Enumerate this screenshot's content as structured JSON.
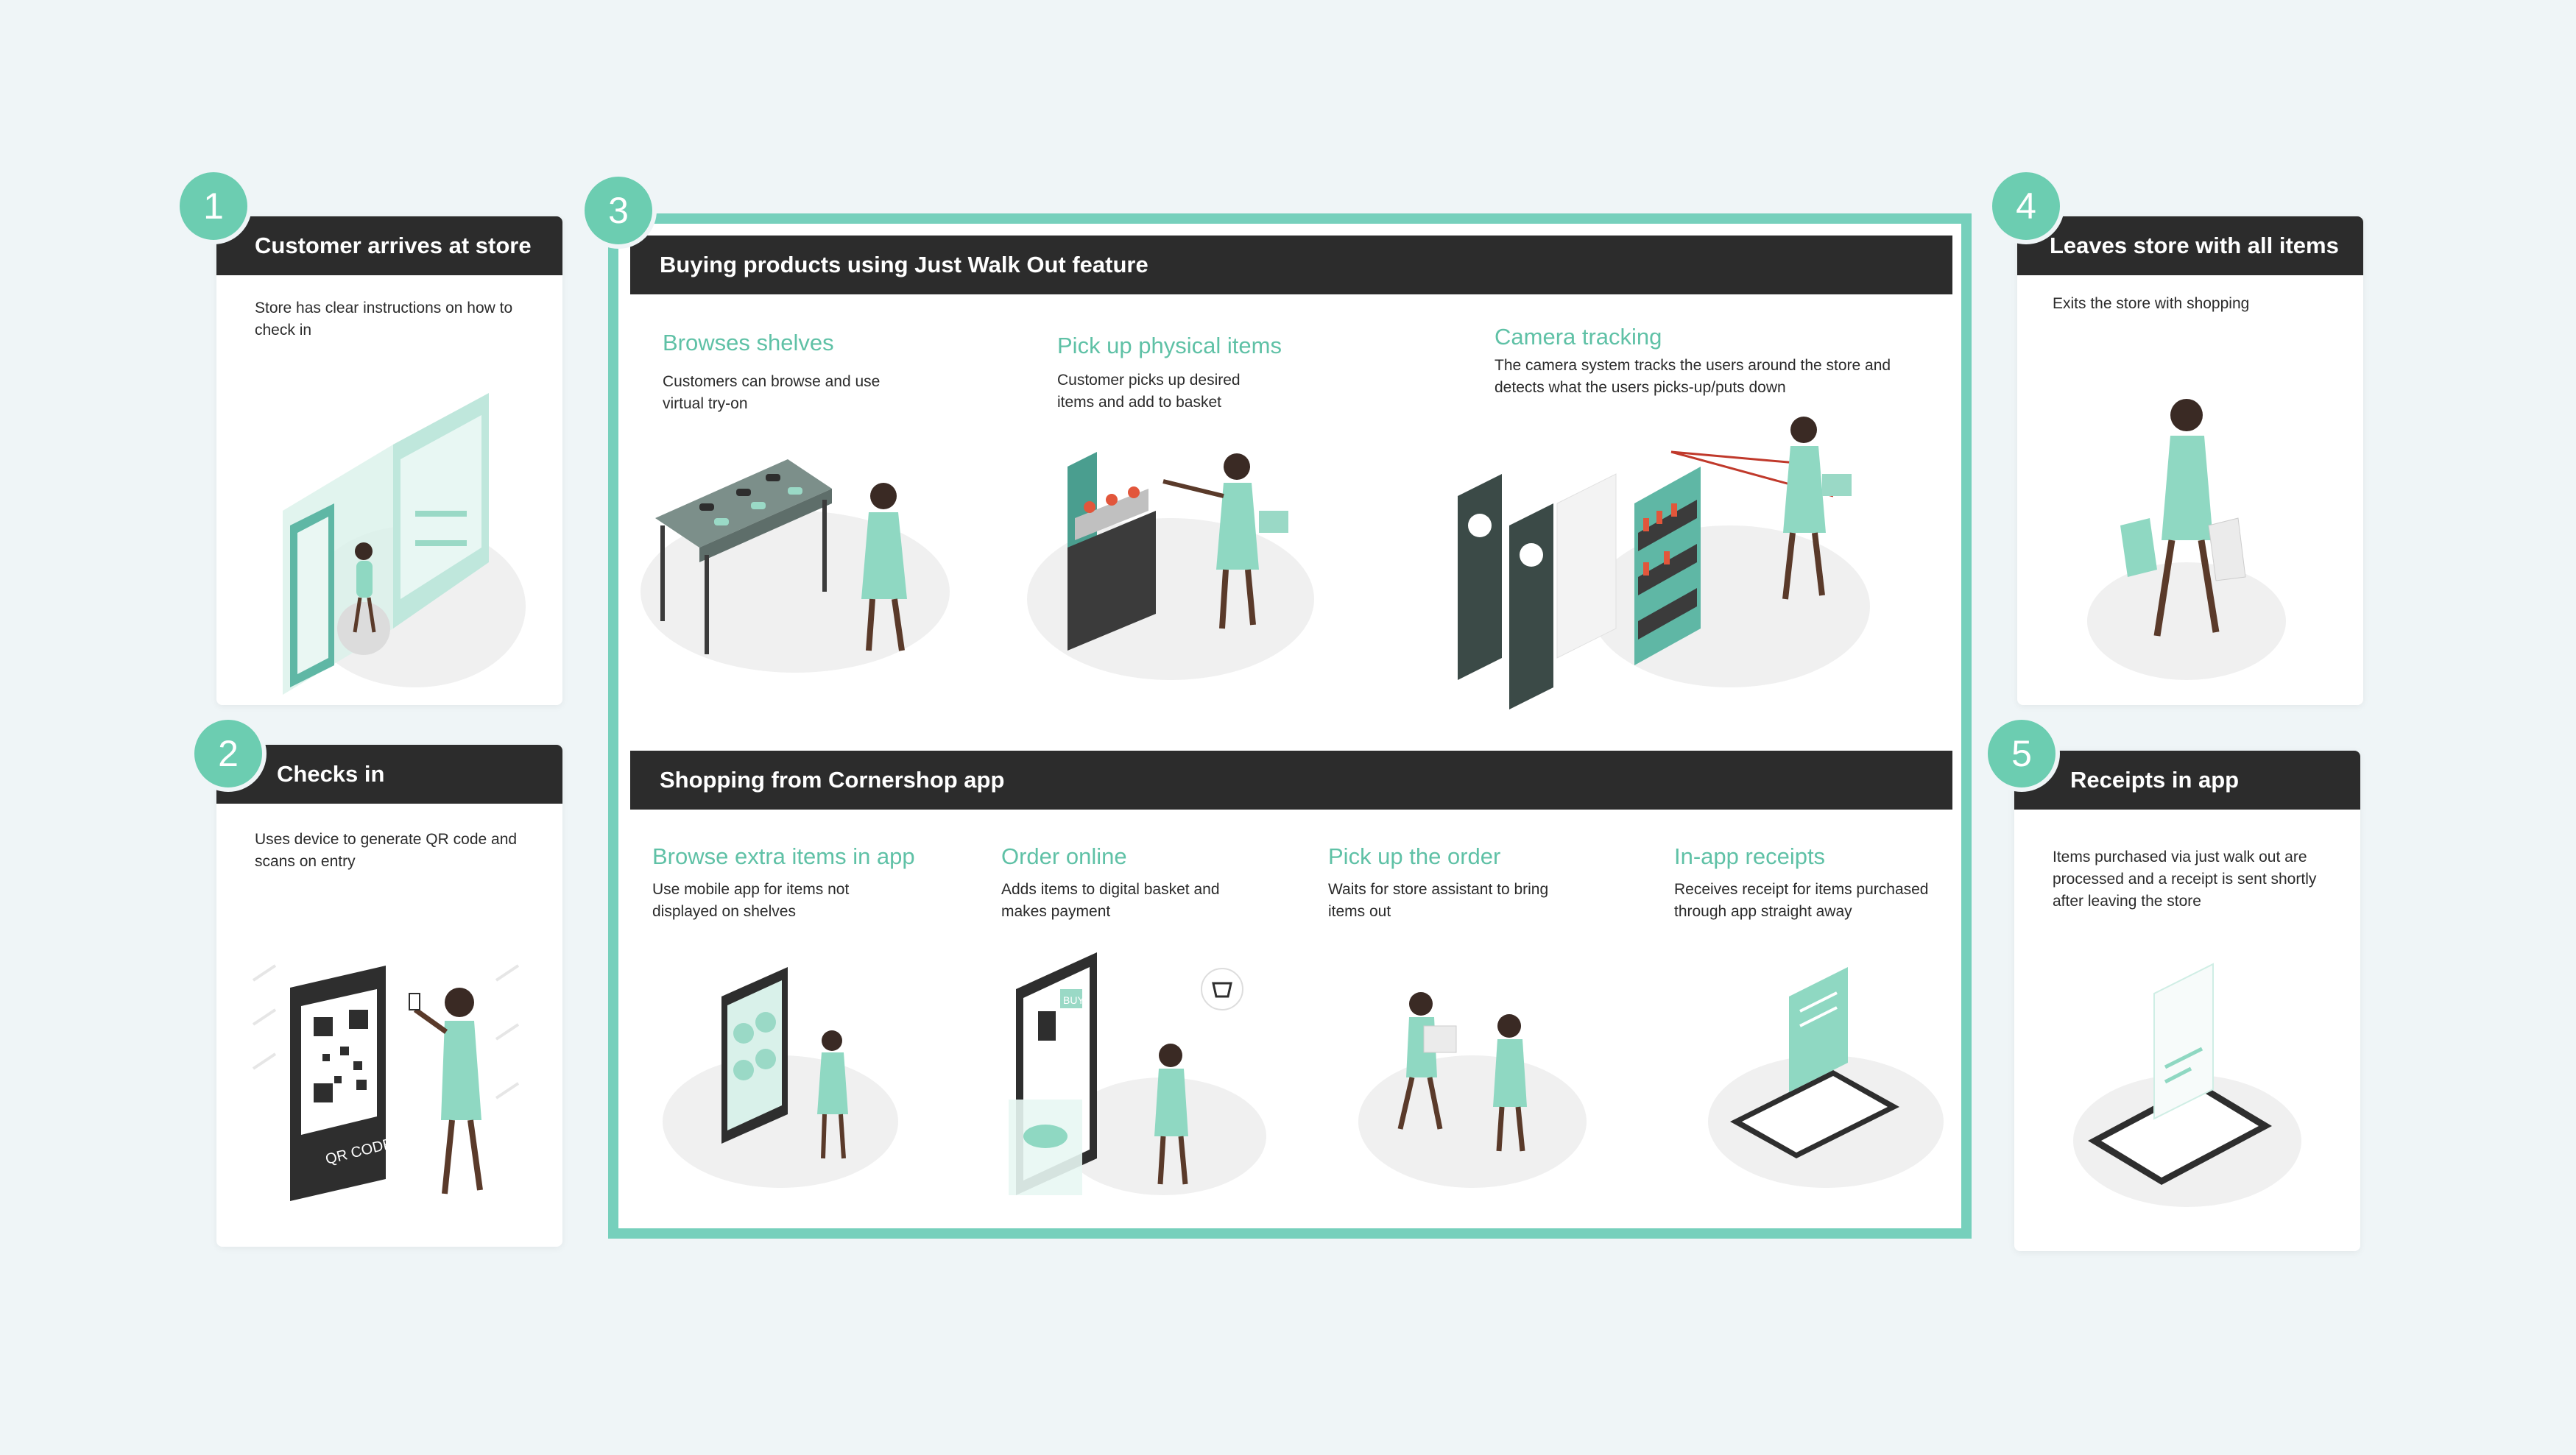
{
  "colors": {
    "accent": "#6ccdb1",
    "dark": "#2c2c2c",
    "background": "#eff5f7"
  },
  "cards": {
    "c1": {
      "number": "1",
      "title": "Customer arrives at store",
      "desc": "Store has clear instructions on how to check in"
    },
    "c2": {
      "number": "2",
      "title": "Checks in",
      "desc": "Uses device to generate QR code and scans on entry",
      "qr_label": "QR CODE"
    },
    "c4": {
      "number": "4",
      "title": "Leaves store with all items",
      "desc": "Exits the store with shopping"
    },
    "c5": {
      "number": "5",
      "title": "Receipts in app",
      "desc": "Items purchased via just walk out are processed and a receipt is sent shortly after leaving the store"
    }
  },
  "section3": {
    "number": "3",
    "header": "Buying products using Just Walk Out feature",
    "steps": [
      {
        "title": "Browses shelves",
        "desc": "Customers can browse and use virtual try-on"
      },
      {
        "title": "Pick up physical items",
        "desc": "Customer picks up desired items and add to basket"
      },
      {
        "title": "Camera tracking",
        "desc": "The camera system tracks the users around the store and detects what the users picks-up/puts down"
      }
    ],
    "app_header": "Shopping from Cornershop app",
    "app_steps": [
      {
        "title": "Browse extra items in app",
        "desc": "Use mobile app for items not displayed on shelves"
      },
      {
        "title": "Order online",
        "desc": "Adds items to digital basket and makes payment",
        "buy_label": "BUY"
      },
      {
        "title": "Pick up the order",
        "desc": "Waits for store assistant to bring items out"
      },
      {
        "title": "In-app receipts",
        "desc": "Receives receipt for items purchased through app straight away"
      }
    ]
  }
}
